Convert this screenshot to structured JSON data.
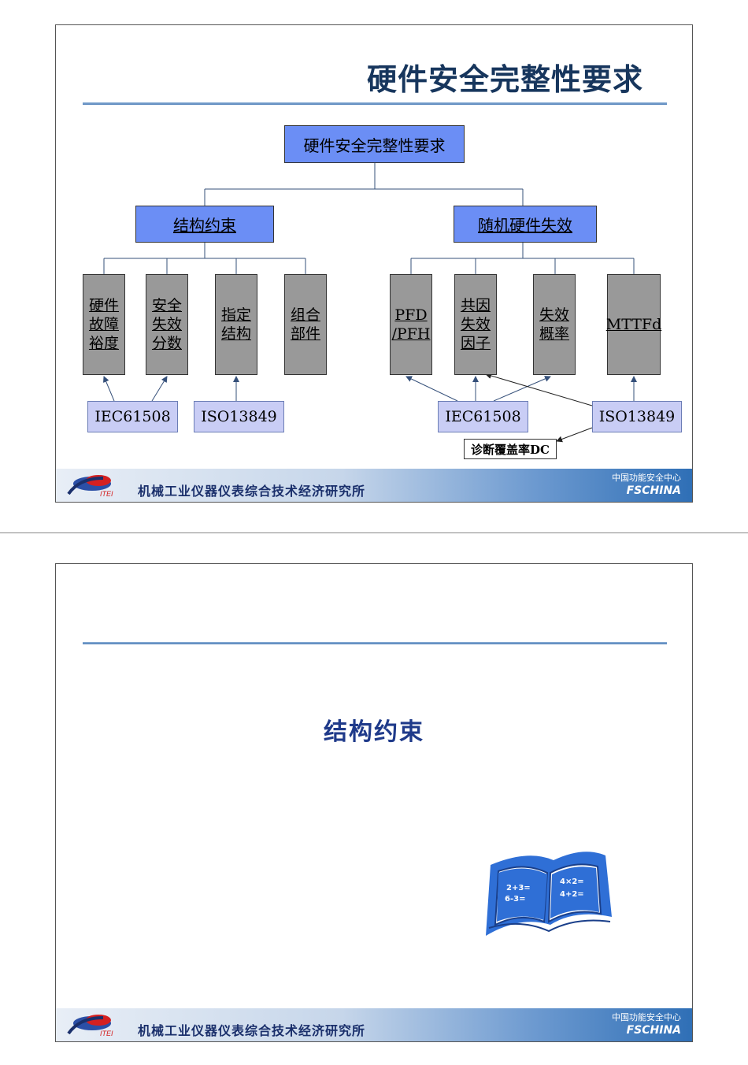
{
  "slide1": {
    "title": "硬件安全完整性要求",
    "root": "硬件安全完整性要求",
    "left_branch": "结构约束",
    "right_branch": "随机硬件失效",
    "left_leaves": [
      "硬件故障裕度",
      "安全失效分数",
      "指定结构",
      "组合部件"
    ],
    "right_leaves": [
      "PFD /PFH",
      "共因失效因子",
      "失效概率",
      "MTTFd"
    ],
    "standards_left": [
      "IEC61508",
      "ISO13849"
    ],
    "standards_right": [
      "IEC61508",
      "ISO13849"
    ],
    "dc_label": "诊断覆盖率DC"
  },
  "slide2": {
    "title": "结构约束",
    "book_text": [
      "2+3=",
      "6-3=",
      "4×2=",
      "4+2="
    ]
  },
  "footer": {
    "logo_text": "ITEI",
    "org": "机械工业仪器仪表综合技术经济研究所",
    "center": "中国功能安全中心",
    "brand": "FSCHINA"
  },
  "colors": {
    "title": "#17365d",
    "blue_box": "#6b8ef5",
    "gray_box": "#999999",
    "lavender_box": "#c9cdf5"
  }
}
